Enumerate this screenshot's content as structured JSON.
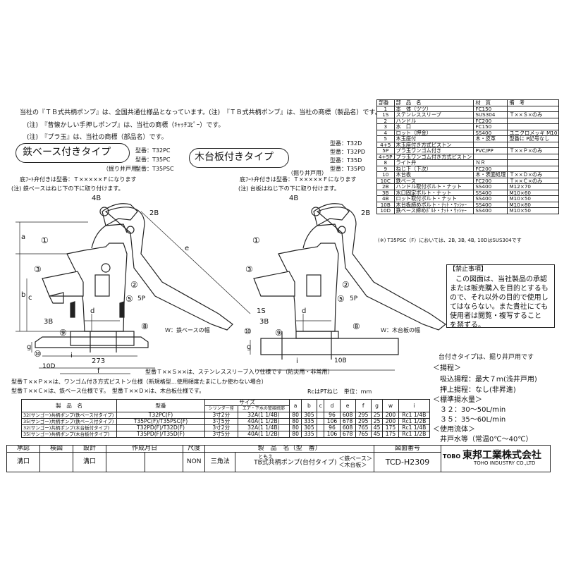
{
  "notes": {
    "line1": "当社の『ＴＢ式共柄ポンプ』は、全国共通仕様品となっています。(注)　『ＴＢ式共柄ポンプ』は、当社の商標（製品名）です。",
    "line2": "(注)　『昔懐かしい手押しポンプ』は、当社の商標（ｷｬｯﾁｺﾋﾟｰ）です。",
    "line3": "(注)　『プラ玉』は、当社の商標（部品名）です。"
  },
  "left_view": {
    "title": "鉄ベース付きタイプ",
    "subtitle": "（掘り井戸用）",
    "models": [
      "型番：T32PC",
      "型番：T35PC",
      "型番：T35PSC"
    ],
    "note1": "底ﾌｰﾄ弁付きは型番：Ｔ×××××Ｆになります",
    "note2": "(注) 鉄ベースはねじ下の下に取り付けます。",
    "width_label": "Ｗ：鉄ベースの幅",
    "dim_273": "273"
  },
  "right_view": {
    "title": "木台板付きタイプ",
    "subtitle": "（掘り井戸用）",
    "models": [
      "型番：T32D",
      "型番：T32PD",
      "型番：T35D",
      "型番：T35PD"
    ],
    "note1": "底ﾌｰﾄ弁付きは型番：Ｔ×××××Ｆになります",
    "note2": "(注) 台板はねじ下の下に取り付けます。",
    "width_label": "Ｗ：木台板の幅"
  },
  "callouts": [
    "①",
    "②",
    "③",
    "⑤",
    "⑤P",
    "⑧",
    "⑨",
    "⑩",
    "⑩B",
    "⑩D",
    "3B",
    "4B",
    "2B",
    "1S"
  ],
  "dim_letters": [
    "a",
    "b",
    "c",
    "d",
    "e",
    "f",
    "g",
    "i"
  ],
  "model_notes": [
    "型番Ｔ××Ｓ××は、ステンレススリーブ入り仕様です（防災用・非常用）",
    "型番Ｔ××Ｐ××は、ワンゴム付き方式ピストン仕様（新規格型…使用頻度たまにしか使わない場合）",
    "型番Ｔ××Ｃ×は、鉄ベース仕様です。　型番Ｔ××Ｄ×は、木台板仕様です。",
    "RcはPTねじ　単位：mm"
  ],
  "parts": {
    "headers": [
      "部番",
      "部　品　名",
      "材　質",
      "備　考"
    ],
    "rows": [
      [
        "1",
        "本　体（ツツ）",
        "FC150",
        ""
      ],
      [
        "1S",
        "ステンレススリーブ",
        "SUS304",
        "Ｔ××Ｓ×のみ"
      ],
      [
        "2",
        "ハンドル",
        "FC200",
        ""
      ],
      [
        "3",
        "水　口",
        "FC150",
        ""
      ],
      [
        "4",
        "ロット（押金）",
        "SS400",
        "ユニクロメッキ M10"
      ],
      [
        "5",
        "木玉座付",
        "木・皮革",
        "型番に P記号なし"
      ],
      [
        "4+5",
        "木玉座付き方式ピストン",
        "",
        ""
      ],
      [
        "5P",
        "プラ玉ワンゴム付き",
        "PVC/PP",
        "Ｔ××Ｐ×のみ"
      ],
      [
        "4+5P",
        "プラ玉ワンゴム付き方式ピストン",
        "",
        ""
      ],
      [
        "8",
        "ライト弁",
        "ＮＲ",
        ""
      ],
      [
        "9",
        "ねじ下（下次）",
        "FC200",
        ""
      ],
      [
        "10",
        "木台板",
        "木・表面処理",
        "Ｔ××Ｄ×のみ"
      ],
      [
        "10C",
        "鉄ベース",
        "FC200",
        "Ｔ××Ｃ×のみ"
      ],
      [
        "2B",
        "ハンドル取付ボルト・ナット",
        "SS400",
        "M12×70"
      ],
      [
        "3B",
        "水口固定ボルト・ナット",
        "SS400",
        "M10×60"
      ],
      [
        "4B",
        "ロット取付ボルト・ナット",
        "SS400",
        "M10×50"
      ],
      [
        "10B",
        "木台板締めボルト・ﾅｯﾄ・ﾜｯｼｬｰ",
        "SS400",
        "M10×80"
      ],
      [
        "10D",
        "鉄ベース締めﾎﾞﾙﾄ・ﾅｯﾄ・ﾜｯｼｬｰ",
        "SS400",
        "M10×50"
      ]
    ],
    "footnote": "(※) T35PSC（F）においては、2B, 3B, 4B, 10DはSUS304です"
  },
  "prohibition": {
    "title": "【禁止事項】",
    "body": [
      "この図面は、当社製品の承認",
      "または販売購入を目的とするも",
      "ので、それ以外の目的で使用し",
      "てはならない。また貴社にても",
      "使用者は閲覧・複写すること",
      "を禁ずる。"
    ]
  },
  "stand_note": "台付きタイプは、掘り井戸用です",
  "specs": {
    "lift_title": "＜揚程＞",
    "lift1": "吸込揚程：最大７ｍ(浅井戸用)",
    "lift2": "押上揚程：なし(非昇進)",
    "flow_title": "＜標準揚水量＞",
    "flow1": "３２：30～50L/min",
    "flow2": "３５：35～60L/min",
    "fluid_title": "＜使用流体＞",
    "fluid1": "井戸水等（常温0℃～40℃）"
  },
  "spec_table": {
    "size_header": "サイズ",
    "size_sub": [
      "シリンダー径",
      "エア・下水の管接続部"
    ],
    "headers": [
      "製　品　名",
      "型番",
      "",
      "",
      "a",
      "b",
      "c",
      "d",
      "e",
      "f",
      "g",
      "w",
      "i"
    ],
    "rows": [
      [
        "32(サンゴー)共柄ポンプ(鉄ベース付タイプ)",
        "T32PC(F)",
        "3寸2分",
        "32A(1 1/4B)",
        "80",
        "305",
        "",
        "96",
        "608",
        "295",
        "25",
        "200",
        "Rc1 1/4B"
      ],
      [
        "35(サンゴー)共柄ポンプ(鉄ベース付タイプ)",
        "T35PC(F)/T35PSC(F)",
        "3寸5分",
        "40A(1 1/2B)",
        "80",
        "335",
        "",
        "106",
        "678",
        "295",
        "25",
        "200",
        "Rc1 1/2B"
      ],
      [
        "32(サンゴー)共柄ポンプ(木台板付タイプ)",
        "T32PD(F)/T32D(F)",
        "3寸2分",
        "32A(1 1/4B)",
        "80",
        "305",
        "",
        "96",
        "608",
        "765",
        "45",
        "175",
        "Rc1 1/4B"
      ],
      [
        "35(サンゴー)共柄ポンプ(木台板付タイプ)",
        "T35PD(F)/T35D(F)",
        "3寸5分",
        "40A(1 1/2B)",
        "80",
        "335",
        "",
        "106",
        "678",
        "765",
        "45",
        "175",
        "Rc1 1/2B"
      ]
    ]
  },
  "title_block": {
    "headers": [
      "承認",
      "検図",
      "設計",
      "作成月日",
      "尺度",
      "製　品　名（型　番）",
      "図面番号"
    ],
    "approver": "溝口",
    "designer": "溝口",
    "scale": "NON",
    "projection": "三角法",
    "product": "TB式共柄ポンプ(台付タイプ)",
    "product_ruby": "ともえ",
    "variant1": "＜鉄ベース＞",
    "variant2": "＜木台板＞",
    "drawing_no": "TCD-H2309",
    "brand": "TOBO",
    "company": "東邦工業株式会社",
    "company_en": "TOHO INDUSTRY CO.,LTD"
  }
}
